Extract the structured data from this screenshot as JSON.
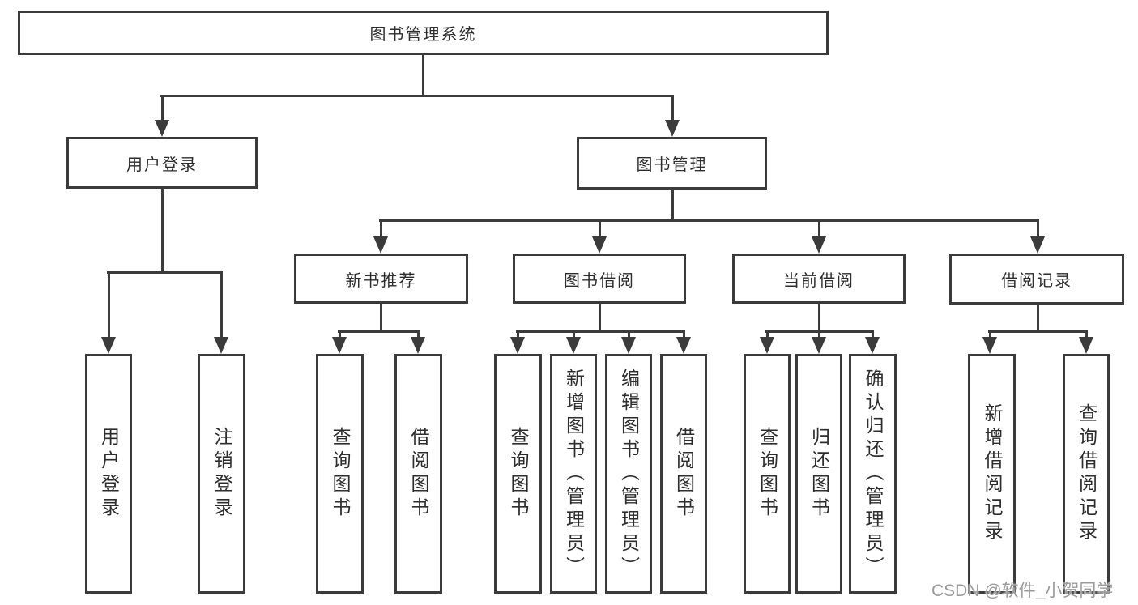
{
  "diagram_title": "图书管理系统",
  "tree": {
    "label": "图书管理系统",
    "children": [
      {
        "label": "用户登录",
        "children": [
          {
            "label": "用户登录"
          },
          {
            "label": "注销登录"
          }
        ]
      },
      {
        "label": "图书管理",
        "children": [
          {
            "label": "新书推荐",
            "children": [
              {
                "label": "查询图书"
              },
              {
                "label": "借阅图书"
              }
            ]
          },
          {
            "label": "图书借阅",
            "children": [
              {
                "label": "查询图书"
              },
              {
                "label": "新增图书（管理员）"
              },
              {
                "label": "编辑图书（管理员）"
              },
              {
                "label": "借阅图书"
              }
            ]
          },
          {
            "label": "当前借阅",
            "children": [
              {
                "label": "查询图书"
              },
              {
                "label": "归还图书"
              },
              {
                "label": "确认归还（管理员）"
              }
            ]
          },
          {
            "label": "借阅记录",
            "children": [
              {
                "label": "新增借阅记录"
              },
              {
                "label": "查询借阅记录"
              }
            ]
          }
        ]
      }
    ]
  },
  "watermark": {
    "text": "CSDN @软件_小贺同学"
  },
  "colors": {
    "line": "#3b3b3b",
    "text": "#2d2d2d",
    "background": "#ffffff",
    "watermark": "#9b9b9b"
  }
}
